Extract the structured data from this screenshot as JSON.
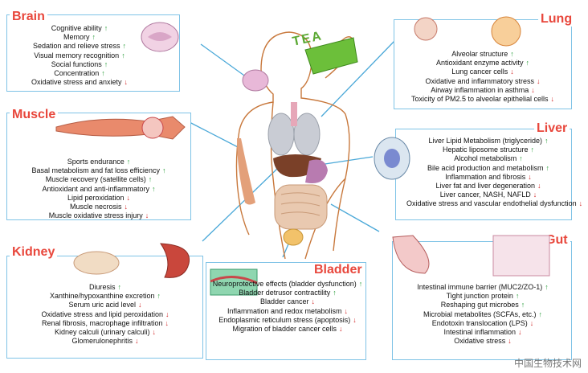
{
  "colors": {
    "title": "#e8473c",
    "up": "#2a9d3a",
    "down": "#d22a2a",
    "border": "#7fc3e6",
    "tea": "#5aa832"
  },
  "tea_label": "TEA",
  "panels": {
    "brain": {
      "title": "Brain",
      "items": [
        {
          "text": "Cognitive ability",
          "dir": "up"
        },
        {
          "text": "Memory",
          "dir": "up"
        },
        {
          "text": "Sedation and relieve stress",
          "dir": "up"
        },
        {
          "text": "Visual memory recognition",
          "dir": "up"
        },
        {
          "text": "Social functions",
          "dir": "up"
        },
        {
          "text": "Concentration",
          "dir": "up"
        },
        {
          "text": "Oxidative stress and anxiety",
          "dir": "down"
        }
      ]
    },
    "muscle": {
      "title": "Muscle",
      "items": [
        {
          "text": "Sports endurance",
          "dir": "up"
        },
        {
          "text": "Basal metabolism and fat loss efficiency",
          "dir": "up"
        },
        {
          "text": "Muscle recovery (satellite cells)",
          "dir": "up"
        },
        {
          "text": "Antioxidant and anti-inflammatory",
          "dir": "up"
        },
        {
          "text": "Lipid peroxidation",
          "dir": "down"
        },
        {
          "text": "Muscle necrosis",
          "dir": "down"
        },
        {
          "text": "Muscle oxidative stress injury",
          "dir": "down"
        }
      ]
    },
    "kidney": {
      "title": "Kidney",
      "items": [
        {
          "text": "Diuresis",
          "dir": "up"
        },
        {
          "text": "Xanthine/hypoxanthine excretion",
          "dir": "up"
        },
        {
          "text": "Serum uric acid level",
          "dir": "down"
        },
        {
          "text": "Oxidative stress and lipid peroxidation",
          "dir": "down"
        },
        {
          "text": "Renal fibrosis, macrophage infiltration",
          "dir": "down"
        },
        {
          "text": "Kidney calculi (urinary calculi)",
          "dir": "down"
        },
        {
          "text": "Glomerulonephritis",
          "dir": "down"
        }
      ]
    },
    "lung": {
      "title": "Lung",
      "items": [
        {
          "text": "Alveolar structure",
          "dir": "up"
        },
        {
          "text": "Antioxidant enzyme activity",
          "dir": "up"
        },
        {
          "text": "Lung cancer cells",
          "dir": "down"
        },
        {
          "text": "Oxidative and inflammatory stress",
          "dir": "down"
        },
        {
          "text": "Airway inflammation in asthma",
          "dir": "down"
        },
        {
          "text": "Toxicity of PM2.5 to alveolar epithelial cells",
          "dir": "down"
        }
      ]
    },
    "liver": {
      "title": "Liver",
      "items": [
        {
          "text": "Liver Lipid Metabolism (triglyceride)",
          "dir": "up"
        },
        {
          "text": "Hepatic liposome structure",
          "dir": "up"
        },
        {
          "text": "Alcohol metabolism",
          "dir": "up"
        },
        {
          "text": "Bile acid production and metabolism",
          "dir": "up"
        },
        {
          "text": "Inflammation and fibrosis",
          "dir": "down"
        },
        {
          "text": "Liver fat and liver degeneration",
          "dir": "down"
        },
        {
          "text": "Liver cancer, NASH, NAFLD",
          "dir": "down"
        },
        {
          "text": "Oxidative stress and vascular endothelial dysfunction",
          "dir": "down"
        }
      ]
    },
    "bladder": {
      "title": "Bladder",
      "items": [
        {
          "text": "Neuroprotective effects (bladder dysfunction)",
          "dir": "up"
        },
        {
          "text": "Bladder detrusor contractility",
          "dir": "up"
        },
        {
          "text": "Bladder cancer",
          "dir": "down"
        },
        {
          "text": "Inflammation and redox metabolism",
          "dir": "down"
        },
        {
          "text": "Endoplasmic reticulum stress (apoptosis)",
          "dir": "down"
        },
        {
          "text": "Migration of bladder cancer cells",
          "dir": "down"
        }
      ]
    },
    "gut": {
      "title": "Gut",
      "items": [
        {
          "text": "Intestinal immune barrier (MUC2/ZO-1)",
          "dir": "up"
        },
        {
          "text": "Tight junction protein",
          "dir": "up"
        },
        {
          "text": "Reshaping gut microbes",
          "dir": "up"
        },
        {
          "text": "Microbial metabolites (SCFAs, etc.)",
          "dir": "up"
        },
        {
          "text": "Endotoxin translocation (LPS)",
          "dir": "down"
        },
        {
          "text": "Intestinal inflammation",
          "dir": "down"
        },
        {
          "text": "Oxidative stress",
          "dir": "down"
        }
      ]
    }
  },
  "watermark": "中国生物技术网"
}
